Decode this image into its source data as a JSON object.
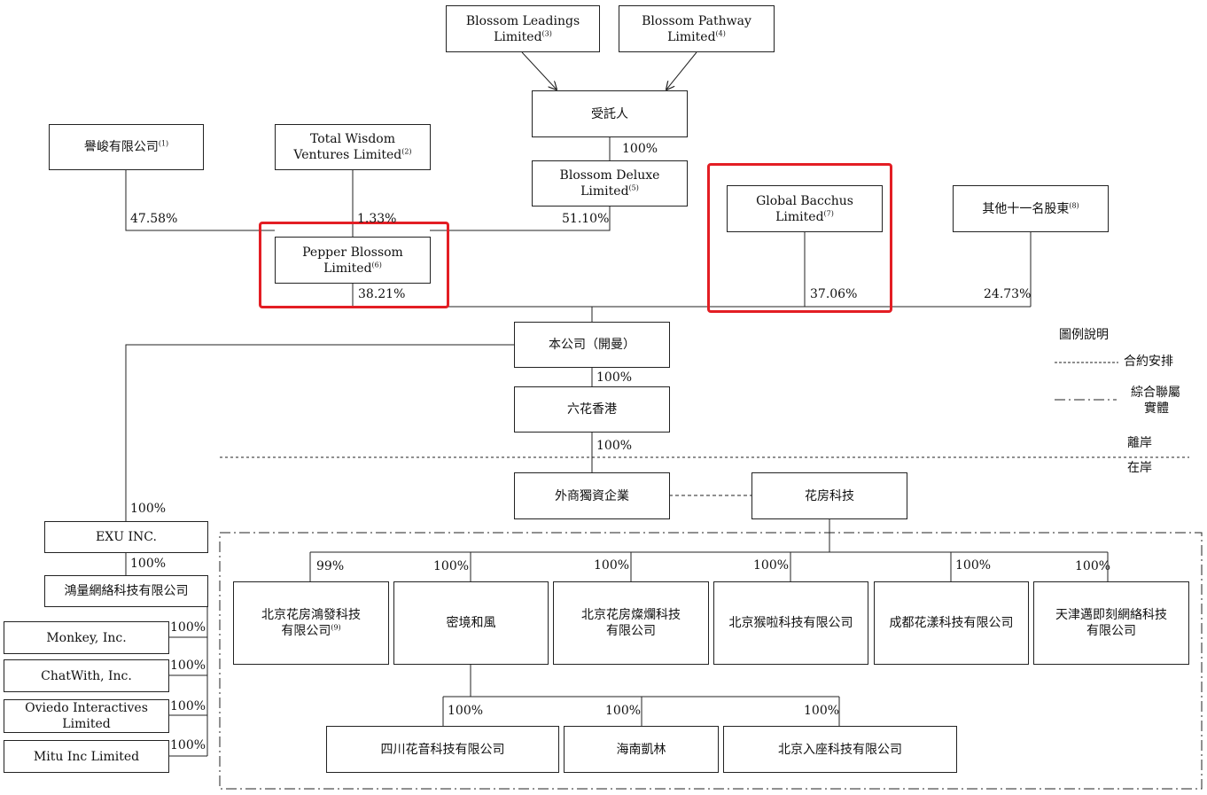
{
  "nodes": {
    "blossom_leadings": {
      "lines": [
        "Blossom Leadings",
        "Limited"
      ],
      "note": "(3)"
    },
    "blossom_pathway": {
      "lines": [
        "Blossom Pathway",
        "Limited"
      ],
      "note": "(4)"
    },
    "trustee": {
      "lines": [
        "受託人"
      ],
      "note": ""
    },
    "yujun": {
      "lines": [
        "譽峻有限公司"
      ],
      "note": "(1)"
    },
    "total_wisdom": {
      "lines": [
        "Total Wisdom",
        "Ventures Limited"
      ],
      "note": "(2)"
    },
    "blossom_deluxe": {
      "lines": [
        "Blossom Deluxe",
        "Limited"
      ],
      "note": "(5)"
    },
    "pepper_blossom": {
      "lines": [
        "Pepper Blossom Limited"
      ],
      "note": "(6)"
    },
    "global_bacchus": {
      "lines": [
        "Global Bacchus Limited"
      ],
      "note": "(7)"
    },
    "other_eleven": {
      "lines": [
        "其他十一名股東"
      ],
      "note": "(8)"
    },
    "company": {
      "lines": [
        "本公司（開曼）"
      ],
      "note": ""
    },
    "liuhua_hk": {
      "lines": [
        "六花香港"
      ],
      "note": ""
    },
    "wfoe": {
      "lines": [
        "外商獨資企業"
      ],
      "note": ""
    },
    "huafang_tech": {
      "lines": [
        "花房科技"
      ],
      "note": ""
    },
    "exu": {
      "lines": [
        "EXU INC."
      ],
      "note": ""
    },
    "hongliang": {
      "lines": [
        "鴻量網絡科技有限公司"
      ],
      "note": ""
    },
    "monkey": {
      "lines": [
        "Monkey, Inc."
      ],
      "note": ""
    },
    "chatwith": {
      "lines": [
        "ChatWith, Inc."
      ],
      "note": ""
    },
    "oviedo": {
      "lines": [
        "Oviedo Interactives",
        "Limited"
      ],
      "note": ""
    },
    "mitu": {
      "lines": [
        "Mitu Inc Limited"
      ],
      "note": ""
    },
    "bj_hongfa": {
      "lines": [
        "北京花房鴻發科技",
        "有限公司"
      ],
      "note": "(9)"
    },
    "mijing": {
      "lines": [
        "密境和風"
      ],
      "note": ""
    },
    "bj_canlan": {
      "lines": [
        "北京花房燦爛科技",
        "有限公司"
      ],
      "note": ""
    },
    "bj_houla": {
      "lines": [
        "北京猴啦科技有限公司"
      ],
      "note": ""
    },
    "cd_huayang": {
      "lines": [
        "成都花漾科技有限公司"
      ],
      "note": ""
    },
    "tj_maijike": {
      "lines": [
        "天津邁即刻網絡科技",
        "有限公司"
      ],
      "note": ""
    },
    "sc_huayin": {
      "lines": [
        "四川花音科技有限公司"
      ],
      "note": ""
    },
    "hn_kailin": {
      "lines": [
        "海南凱林"
      ],
      "note": ""
    },
    "bj_ruzuo": {
      "lines": [
        "北京入座科技有限公司"
      ],
      "note": ""
    }
  },
  "percentages": {
    "trustee_deluxe": "100%",
    "yujun": "47.58%",
    "total_wisdom": "1.33%",
    "blossom_deluxe": "51.10%",
    "pepper_blossom": "38.21%",
    "global_bacchus": "37.06%",
    "other_eleven": "24.73%",
    "company_hk": "100%",
    "hk_wfoe": "100%",
    "exu": "100%",
    "exu_hongliang": "100%",
    "monkey": "100%",
    "chatwith": "100%",
    "oviedo": "100%",
    "mitu": "100%",
    "bj_hongfa": "99%",
    "mijing": "100%",
    "bj_canlan": "100%",
    "bj_houla": "100%",
    "cd_huayang": "100%",
    "tj_maijike": "100%",
    "sc_huayin": "100%",
    "hn_kailin": "100%",
    "bj_ruzuo": "100%"
  },
  "legend": {
    "title": "圖例說明",
    "contractual": "合約安排",
    "consolidated_line1": "綜合聯屬",
    "consolidated_line2": "實體",
    "offshore": "離岸",
    "onshore": "在岸"
  },
  "colors": {
    "line": "#222222",
    "highlight": "#e31e24"
  }
}
